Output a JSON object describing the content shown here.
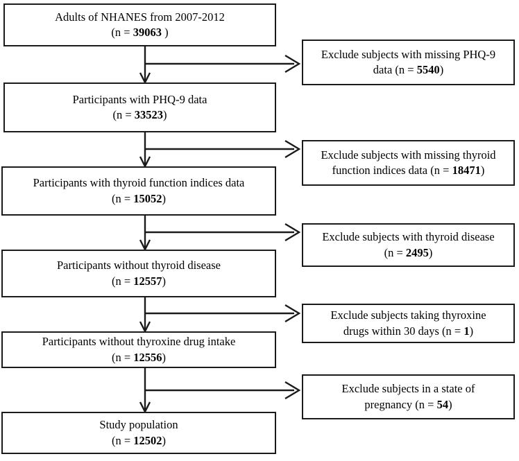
{
  "figure": {
    "kind": "study-population-flow-diagram",
    "ink_color": "#1a1a1a",
    "background_color": "#ffffff"
  },
  "main_nodes": [
    {
      "id": "adults-nhanes",
      "line1": "Adults of NHANES from 2007-2012",
      "line2_prefix": "(n = ",
      "count": "39063",
      "line2_suffix": " )"
    },
    {
      "id": "phq9-data",
      "line1": "Participants with PHQ-9 data",
      "line2_prefix": "(n = ",
      "count": "33523",
      "line2_suffix": ")"
    },
    {
      "id": "thyroid-function-indices",
      "line1": "Participants with thyroid function indices data",
      "line2_prefix": "(n = ",
      "count": "15052",
      "line2_suffix": ")"
    },
    {
      "id": "without-thyroid-disease",
      "line1": "Participants without thyroid disease",
      "line2_prefix": "(n = ",
      "count": "12557",
      "line2_suffix": ")"
    },
    {
      "id": "without-thyroxine-intake",
      "line1": "Participants without thyroxine drug intake",
      "line2_prefix": "(n = ",
      "count": "12556",
      "line2_suffix": ")"
    },
    {
      "id": "study-population",
      "line1": "Study population",
      "line2_prefix": "(n = ",
      "count": "12502",
      "line2_suffix": ")"
    }
  ],
  "exclusion_nodes": [
    {
      "id": "exclude-missing-phq9",
      "line1": "Exclude subjects with missing PHQ-9",
      "line2_prefix": "data (n = ",
      "count": "5540",
      "line2_suffix": ")"
    },
    {
      "id": "exclude-missing-thyroid-indices",
      "line1": "Exclude subjects with missing thyroid",
      "line2_prefix": "function indices data (n = ",
      "count": "18471",
      "line2_suffix": ")"
    },
    {
      "id": "exclude-thyroid-disease",
      "line1": "Exclude subjects with thyroid disease",
      "line2_prefix": "(n = ",
      "count": "2495",
      "line2_suffix": ")"
    },
    {
      "id": "exclude-thyroxine-drugs",
      "line1": "Exclude subjects taking thyroxine",
      "line2_prefix": "drugs within 30 days (n = ",
      "count": "1",
      "line2_suffix": ")"
    },
    {
      "id": "exclude-pregnancy",
      "line1": "Exclude subjects in a state of",
      "line2_prefix": "pregnancy (n = ",
      "count": "54",
      "line2_suffix": ")"
    }
  ]
}
